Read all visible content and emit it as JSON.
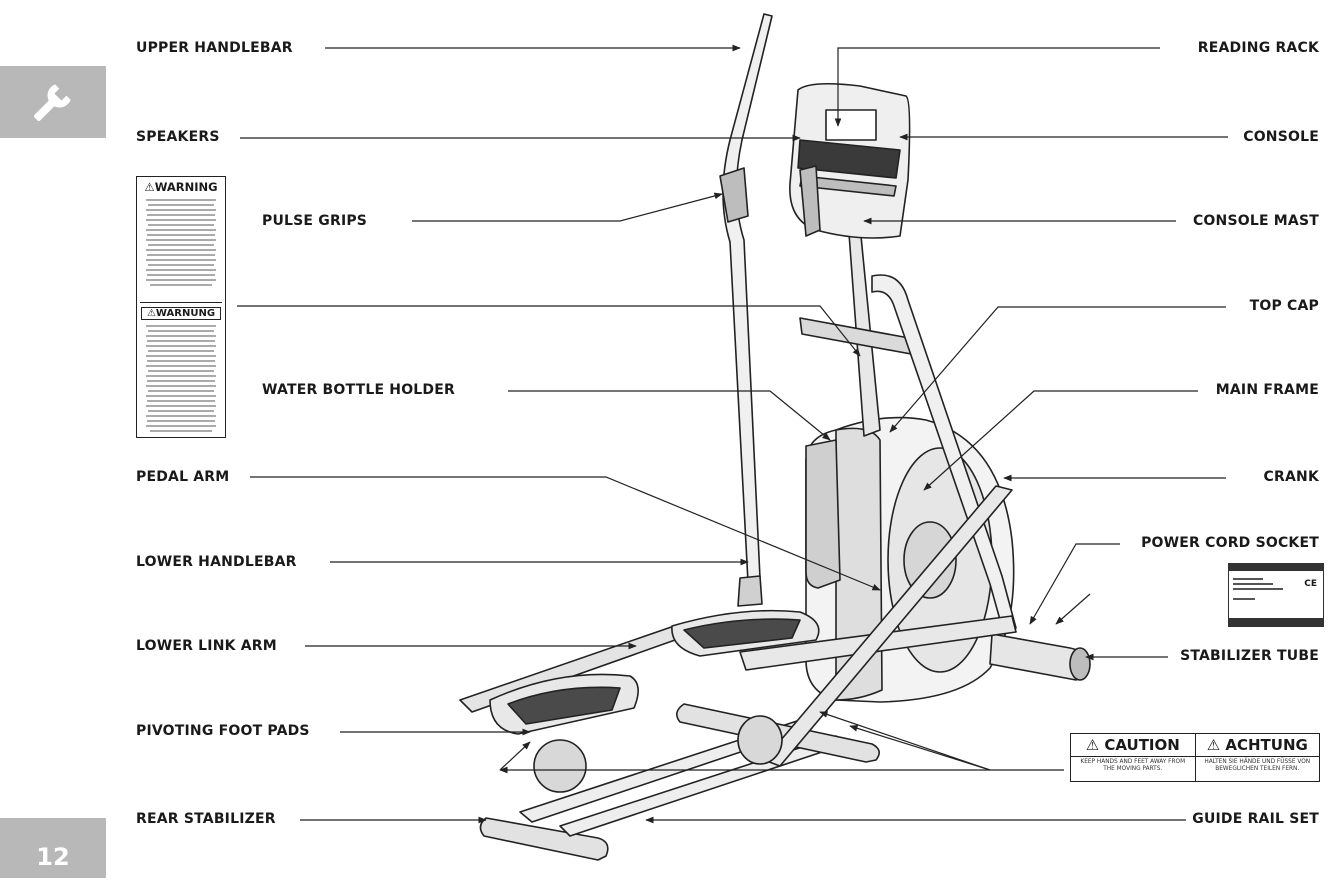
{
  "page": {
    "number": "12",
    "tool_icon": "wrench-icon"
  },
  "labels": {
    "upper_handlebar": "UPPER HANDLEBAR",
    "speakers": "SPEAKERS",
    "pulse_grips": "PULSE GRIPS",
    "water_bottle_holder": "WATER BOTTLE HOLDER",
    "pedal_arm": "PEDAL ARM",
    "lower_handlebar": "LOWER HANDLEBAR",
    "lower_link_arm": "LOWER LINK ARM",
    "pivoting_foot_pads": "PIVOTING FOOT PADS",
    "rear_stabilizer": "REAR STABILIZER",
    "reading_rack": "READING RACK",
    "console": "CONSOLE",
    "console_mast": "CONSOLE MAST",
    "top_cap": "TOP CAP",
    "main_frame": "MAIN FRAME",
    "crank": "CRANK",
    "power_cord_socket": "POWER CORD SOCKET",
    "stabilizer_tube": "STABILIZER TUBE",
    "guide_rail_set": "GUIDE RAIL SET"
  },
  "warning_label": {
    "heading_en": "⚠WARNING",
    "heading_de": "⚠WARNUNG"
  },
  "caution_label": {
    "heading_en": "⚠ CAUTION",
    "text_en": "KEEP HANDS AND FEET AWAY FROM THE MOVING PARTS.",
    "heading_de": "⚠ ACHTUNG",
    "text_de": "HALTEN SIE HÄNDE UND FÜSSE VON BEWEGLICHEN TEILEN FERN."
  },
  "certification_label": {
    "marks": "CE"
  }
}
